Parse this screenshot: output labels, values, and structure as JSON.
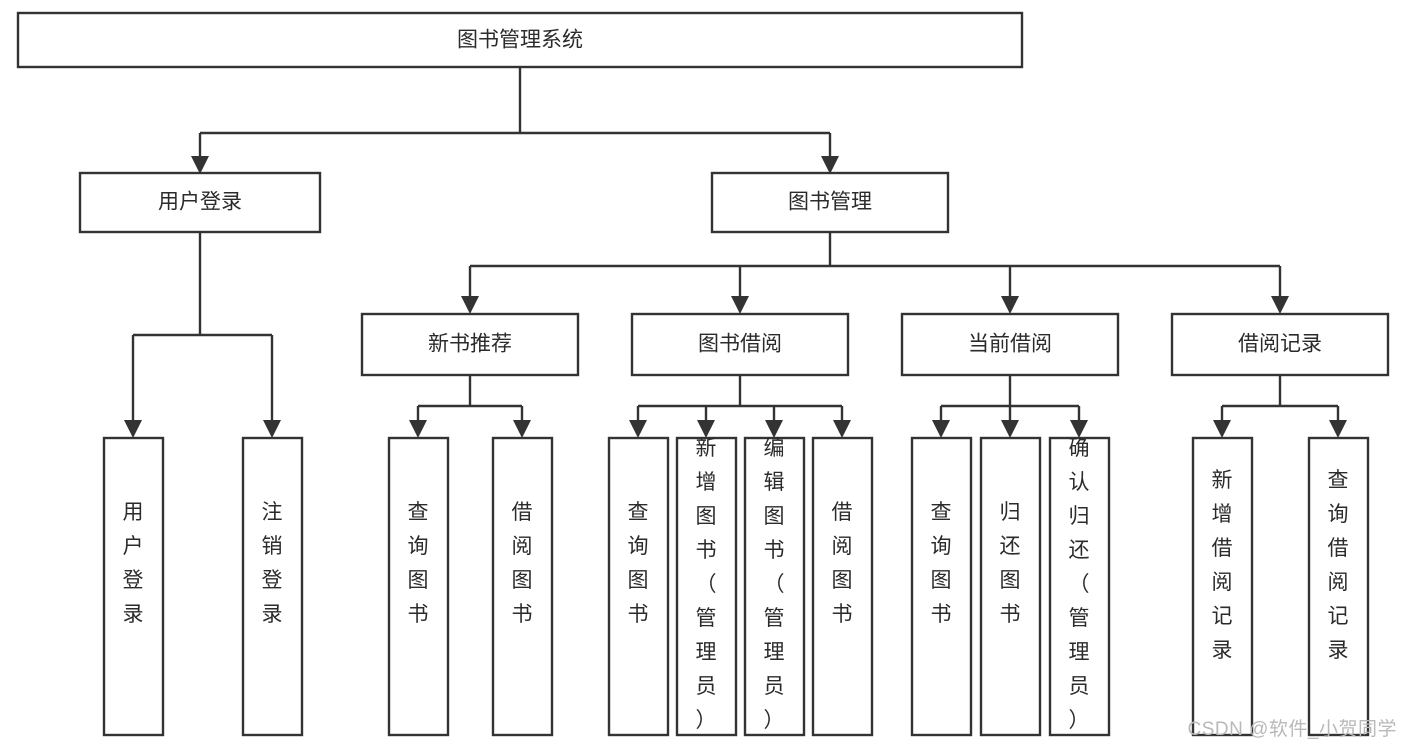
{
  "diagram": {
    "type": "tree",
    "title": "图书管理系统",
    "watermark": "CSDN @软件_小贺同学",
    "colors": {
      "box_stroke": "#333333",
      "box_fill": "#ffffff",
      "text": "#2b2b2b",
      "connector": "#333333",
      "watermark": "#b9b9b9",
      "background": "#ffffff"
    },
    "nodes": {
      "root": {
        "label": "图书管理系统",
        "orientation": "horizontal"
      },
      "level2": [
        {
          "label": "用户登录",
          "orientation": "horizontal"
        },
        {
          "label": "图书管理",
          "orientation": "horizontal"
        }
      ],
      "level3": [
        {
          "label": "新书推荐",
          "orientation": "horizontal"
        },
        {
          "label": "图书借阅",
          "orientation": "horizontal"
        },
        {
          "label": "当前借阅",
          "orientation": "horizontal"
        },
        {
          "label": "借阅记录",
          "orientation": "horizontal"
        }
      ],
      "leaves_user_login": [
        {
          "label": "用户登录",
          "orientation": "vertical"
        },
        {
          "label": "注销登录",
          "orientation": "vertical"
        }
      ],
      "leaves_new_book": [
        {
          "label": "查询图书",
          "orientation": "vertical"
        },
        {
          "label": "借阅图书",
          "orientation": "vertical"
        }
      ],
      "leaves_borrow": [
        {
          "label": "查询图书",
          "orientation": "vertical"
        },
        {
          "label": "新增图书（管理员）",
          "orientation": "vertical"
        },
        {
          "label": "编辑图书（管理员）",
          "orientation": "vertical"
        },
        {
          "label": "借阅图书",
          "orientation": "vertical"
        }
      ],
      "leaves_current": [
        {
          "label": "查询图书",
          "orientation": "vertical"
        },
        {
          "label": "归还图书",
          "orientation": "vertical"
        },
        {
          "label": "确认归还（管理员）",
          "orientation": "vertical"
        }
      ],
      "leaves_record": [
        {
          "label": "新增借阅记录",
          "orientation": "vertical"
        },
        {
          "label": "查询借阅记录",
          "orientation": "vertical"
        }
      ]
    },
    "edges": [
      {
        "from": "图书管理系统",
        "to": "用户登录"
      },
      {
        "from": "图书管理系统",
        "to": "图书管理"
      },
      {
        "from": "用户登录",
        "to": "用户登录"
      },
      {
        "from": "用户登录",
        "to": "注销登录"
      },
      {
        "from": "图书管理",
        "to": "新书推荐"
      },
      {
        "from": "图书管理",
        "to": "图书借阅"
      },
      {
        "from": "图书管理",
        "to": "当前借阅"
      },
      {
        "from": "图书管理",
        "to": "借阅记录"
      },
      {
        "from": "新书推荐",
        "to": "查询图书"
      },
      {
        "from": "新书推荐",
        "to": "借阅图书"
      },
      {
        "from": "图书借阅",
        "to": "查询图书"
      },
      {
        "from": "图书借阅",
        "to": "新增图书（管理员）"
      },
      {
        "from": "图书借阅",
        "to": "编辑图书（管理员）"
      },
      {
        "from": "图书借阅",
        "to": "借阅图书"
      },
      {
        "from": "当前借阅",
        "to": "查询图书"
      },
      {
        "from": "当前借阅",
        "to": "归还图书"
      },
      {
        "from": "当前借阅",
        "to": "确认归还（管理员）"
      },
      {
        "from": "借阅记录",
        "to": "新增借阅记录"
      },
      {
        "from": "借阅记录",
        "to": "查询借阅记录"
      }
    ]
  }
}
